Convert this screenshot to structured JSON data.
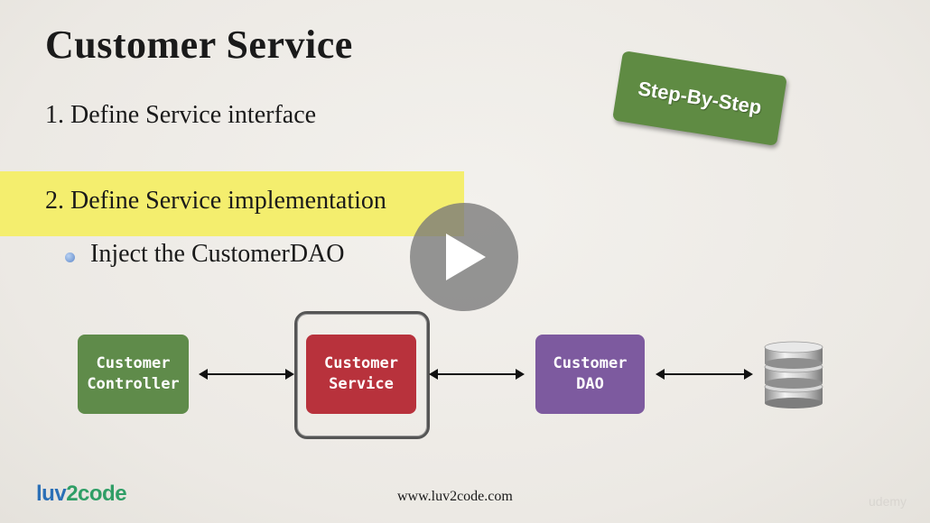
{
  "slide": {
    "title": "Customer Service",
    "items": [
      "1.  Define Service interface",
      "2.  Define Service implementation"
    ],
    "sub_item": "Inject the CustomerDAO",
    "stamp_label": "Step-By-Step"
  },
  "diagram": {
    "nodes": [
      {
        "label": "Customer\nController",
        "color": "#5f8b4a"
      },
      {
        "label": "Customer\nService",
        "color": "#b8323c"
      },
      {
        "label": "Customer\nDAO",
        "color": "#7d5a9f"
      }
    ],
    "database_icon": "database-icon"
  },
  "footer": {
    "logo_part1": "luv",
    "logo_part2": "2code",
    "url": "www.luv2code.com",
    "watermark": "udemy"
  },
  "player": {
    "play_icon": "play-icon"
  },
  "colors": {
    "highlight": "#f4ee6e",
    "stamp": "#5f8b43"
  }
}
